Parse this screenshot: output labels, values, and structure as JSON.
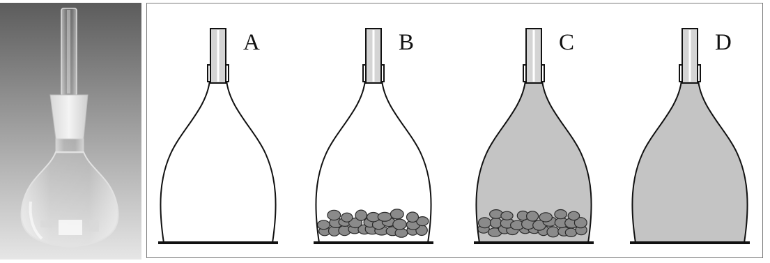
{
  "photo": {
    "subject": "pycnometer-glass-flask-with-stopper"
  },
  "diagram": {
    "flasks": [
      {
        "label": "A",
        "liquid": false,
        "particles": false
      },
      {
        "label": "B",
        "liquid": false,
        "particles": true
      },
      {
        "label": "C",
        "liquid": true,
        "particles": true
      },
      {
        "label": "D",
        "liquid": true,
        "particles": false
      }
    ],
    "colors": {
      "liquid": "#c4c4c4",
      "particle": "#8a8a8a",
      "outline": "#111111"
    }
  }
}
